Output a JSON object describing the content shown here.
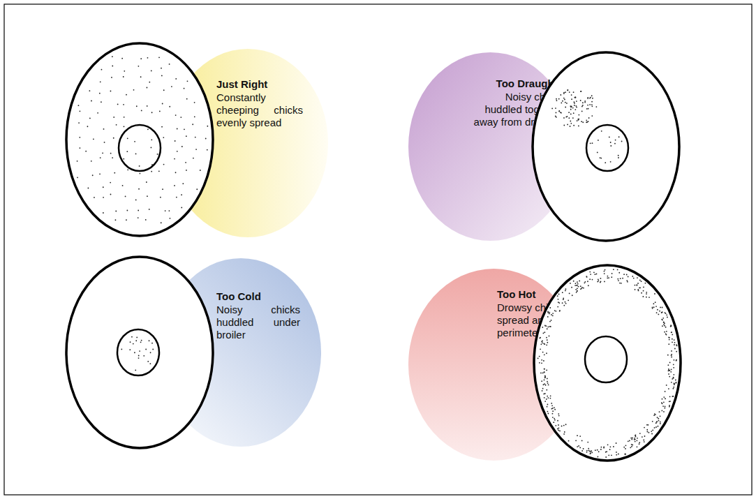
{
  "diagram": {
    "nodes": [
      {
        "text": [
          "Just Right",
          "Constantly cheeping chicks evenly spread"
        ]
      },
      {
        "text": [
          "Too Draughty",
          "Noisy chicks huddled together away from draught."
        ]
      },
      {
        "text": [
          "Too Cold",
          "Noisy chicks huddled under broiler"
        ]
      },
      {
        "text": [
          "Too Hot",
          "Drowsy chicks spread around perimeter"
        ]
      }
    ]
  }
}
